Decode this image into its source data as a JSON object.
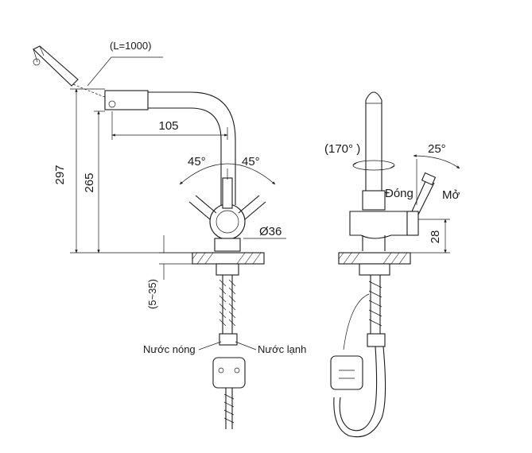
{
  "labels": {
    "hose_length": "(L=1000)",
    "height_total": "297",
    "height_spout": "265",
    "reach": "105",
    "angle_left": "45°",
    "angle_right": "45°",
    "diameter": "Ø36",
    "thickness_range": "(5~35)",
    "hot_water": "Nước nóng",
    "cold_water": "Nước lạnh",
    "swivel_angle": "(170° )",
    "lever_angle": "25°",
    "closed": "Đóng",
    "open": "Mở",
    "lever_height": "28"
  }
}
